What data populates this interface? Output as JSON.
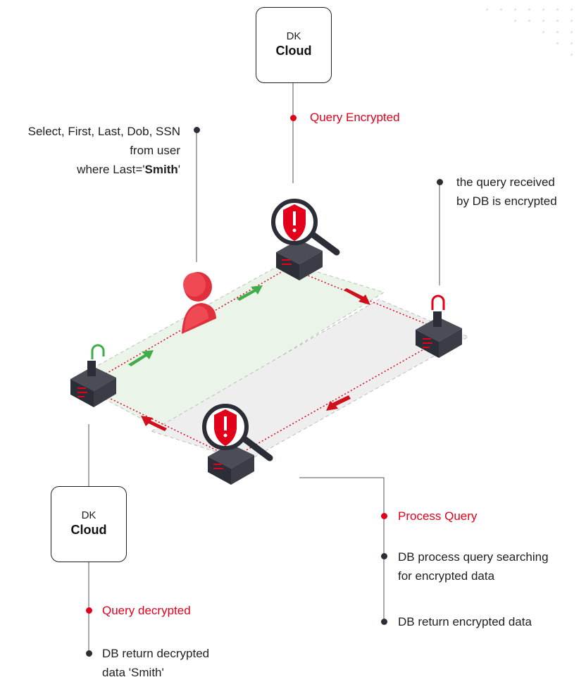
{
  "top_cloud": {
    "label_small": "DK",
    "label_bold": "Cloud"
  },
  "bottom_cloud": {
    "label_small": "DK",
    "label_bold": "Cloud"
  },
  "query_encrypted": "Query Encrypted",
  "query_text": {
    "line1": "Select, First, Last, Dob, SSN",
    "line2": "from user",
    "line3_prefix": "where Last='",
    "line3_bold": "Smith",
    "line3_suffix": "'"
  },
  "received_note": {
    "line1": "the query received",
    "line2": "by DB is encrypted"
  },
  "process_query": "Process Query",
  "db_process": {
    "line1": "DB process query searching",
    "line2": "for encrypted data"
  },
  "db_return_encrypted": "DB return encrypted data",
  "query_decrypted": "Query decrypted",
  "db_return_decrypted": {
    "line1": "DB return decrypted",
    "line2": "data 'Smith'"
  },
  "colors": {
    "accent_red": "#e3001b",
    "dark": "#2b2e36",
    "green": "#3fae49"
  }
}
